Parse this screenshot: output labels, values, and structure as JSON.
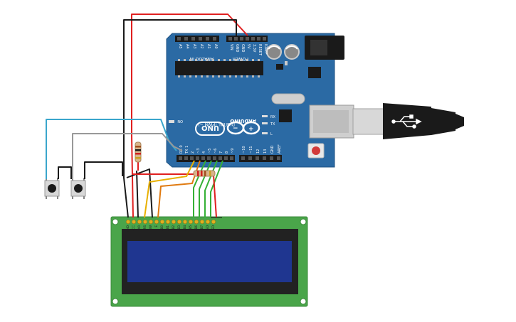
{
  "board": {
    "brand": "ARDUINO",
    "model": "UNO",
    "section_analog": "ANALOG IN",
    "section_power": "POWER",
    "section_digital": "DIGITAL (PWM ~)",
    "analog_pins": [
      "A5",
      "A4",
      "A3",
      "A2",
      "A1",
      "A0"
    ],
    "power_pins": [
      "VIN",
      "GND",
      "GND",
      "5V",
      "3.3V",
      "RESET",
      "IOREF"
    ],
    "digital_pins_right": [
      "~10",
      "~11",
      "12",
      "13",
      "GND",
      "AREF"
    ],
    "digital_pins_left": [
      "RX 0",
      "TX 1",
      "2",
      "~3",
      "4",
      "~5",
      "~6",
      "7",
      "8",
      "~9"
    ],
    "led_on": "ON",
    "led_rx": "RX",
    "led_tx": "TX",
    "led_l": "L"
  },
  "lcd": {
    "pins": [
      "GND",
      "VCC",
      "V0",
      "RS",
      "RW",
      "E",
      "DB0",
      "DB1",
      "DB2",
      "DB3",
      "DB4",
      "DB5",
      "DB6",
      "DB7",
      "LED",
      "LED"
    ]
  },
  "colors": {
    "board": "#2b6aa4",
    "lcd_pcb": "#4aa54a",
    "lcd_screen": "#1f3690",
    "wire_red": "#e02020",
    "wire_black": "#1a1a1a",
    "wire_green": "#35b035",
    "wire_yellow": "#e8b000",
    "wire_orange": "#e07a10",
    "wire_cyan": "#3aa6cc",
    "wire_gray": "#999999"
  },
  "icons": {
    "usb": "usb-icon",
    "infinity": "arduino-infinity-logo"
  }
}
